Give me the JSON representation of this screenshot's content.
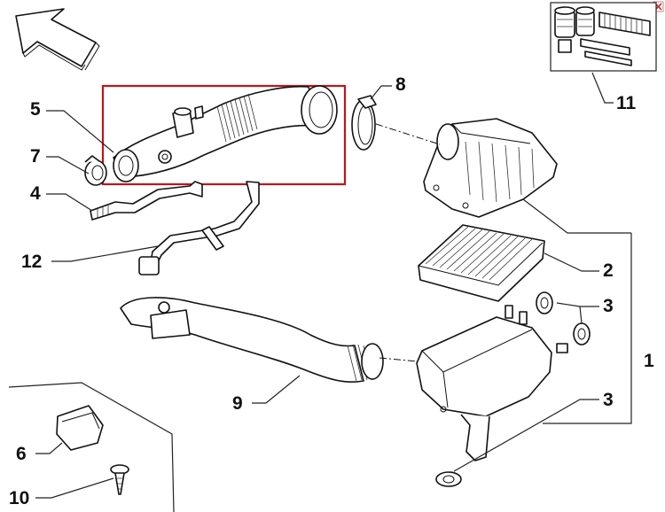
{
  "callouts": [
    {
      "id": "c5",
      "label": "5"
    },
    {
      "id": "c7",
      "label": "7"
    },
    {
      "id": "c4",
      "label": "4"
    },
    {
      "id": "c12",
      "label": "12"
    },
    {
      "id": "c8",
      "label": "8"
    },
    {
      "id": "c11",
      "label": "11"
    },
    {
      "id": "c2",
      "label": "2"
    },
    {
      "id": "c3a",
      "label": "3"
    },
    {
      "id": "c1",
      "label": "1"
    },
    {
      "id": "c3b",
      "label": "3"
    },
    {
      "id": "c9",
      "label": "9"
    },
    {
      "id": "c6",
      "label": "6"
    },
    {
      "id": "c10",
      "label": "10"
    }
  ],
  "highlight_color": "#c0141c",
  "corner_icon": "close-icon"
}
